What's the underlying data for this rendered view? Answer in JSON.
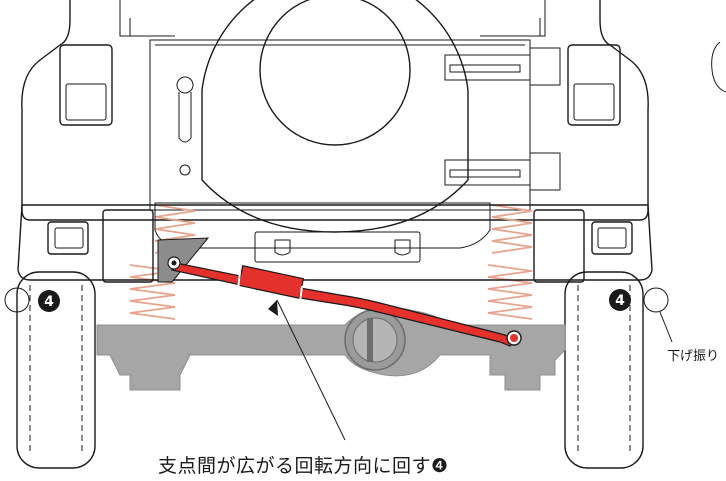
{
  "labels": {
    "caption": "支点間が広がる回転方向に回す❹",
    "side_note": "下げ振り",
    "step_left": "4",
    "step_right": "4"
  },
  "colors": {
    "rod": "#e4312b",
    "axle": "#a6a6a6",
    "spring": "#e6a48f",
    "line": "#1a1a1a"
  },
  "icons": {
    "step_marker": "circled-number-4-icon",
    "plumb": "plumb-bob-icon"
  }
}
